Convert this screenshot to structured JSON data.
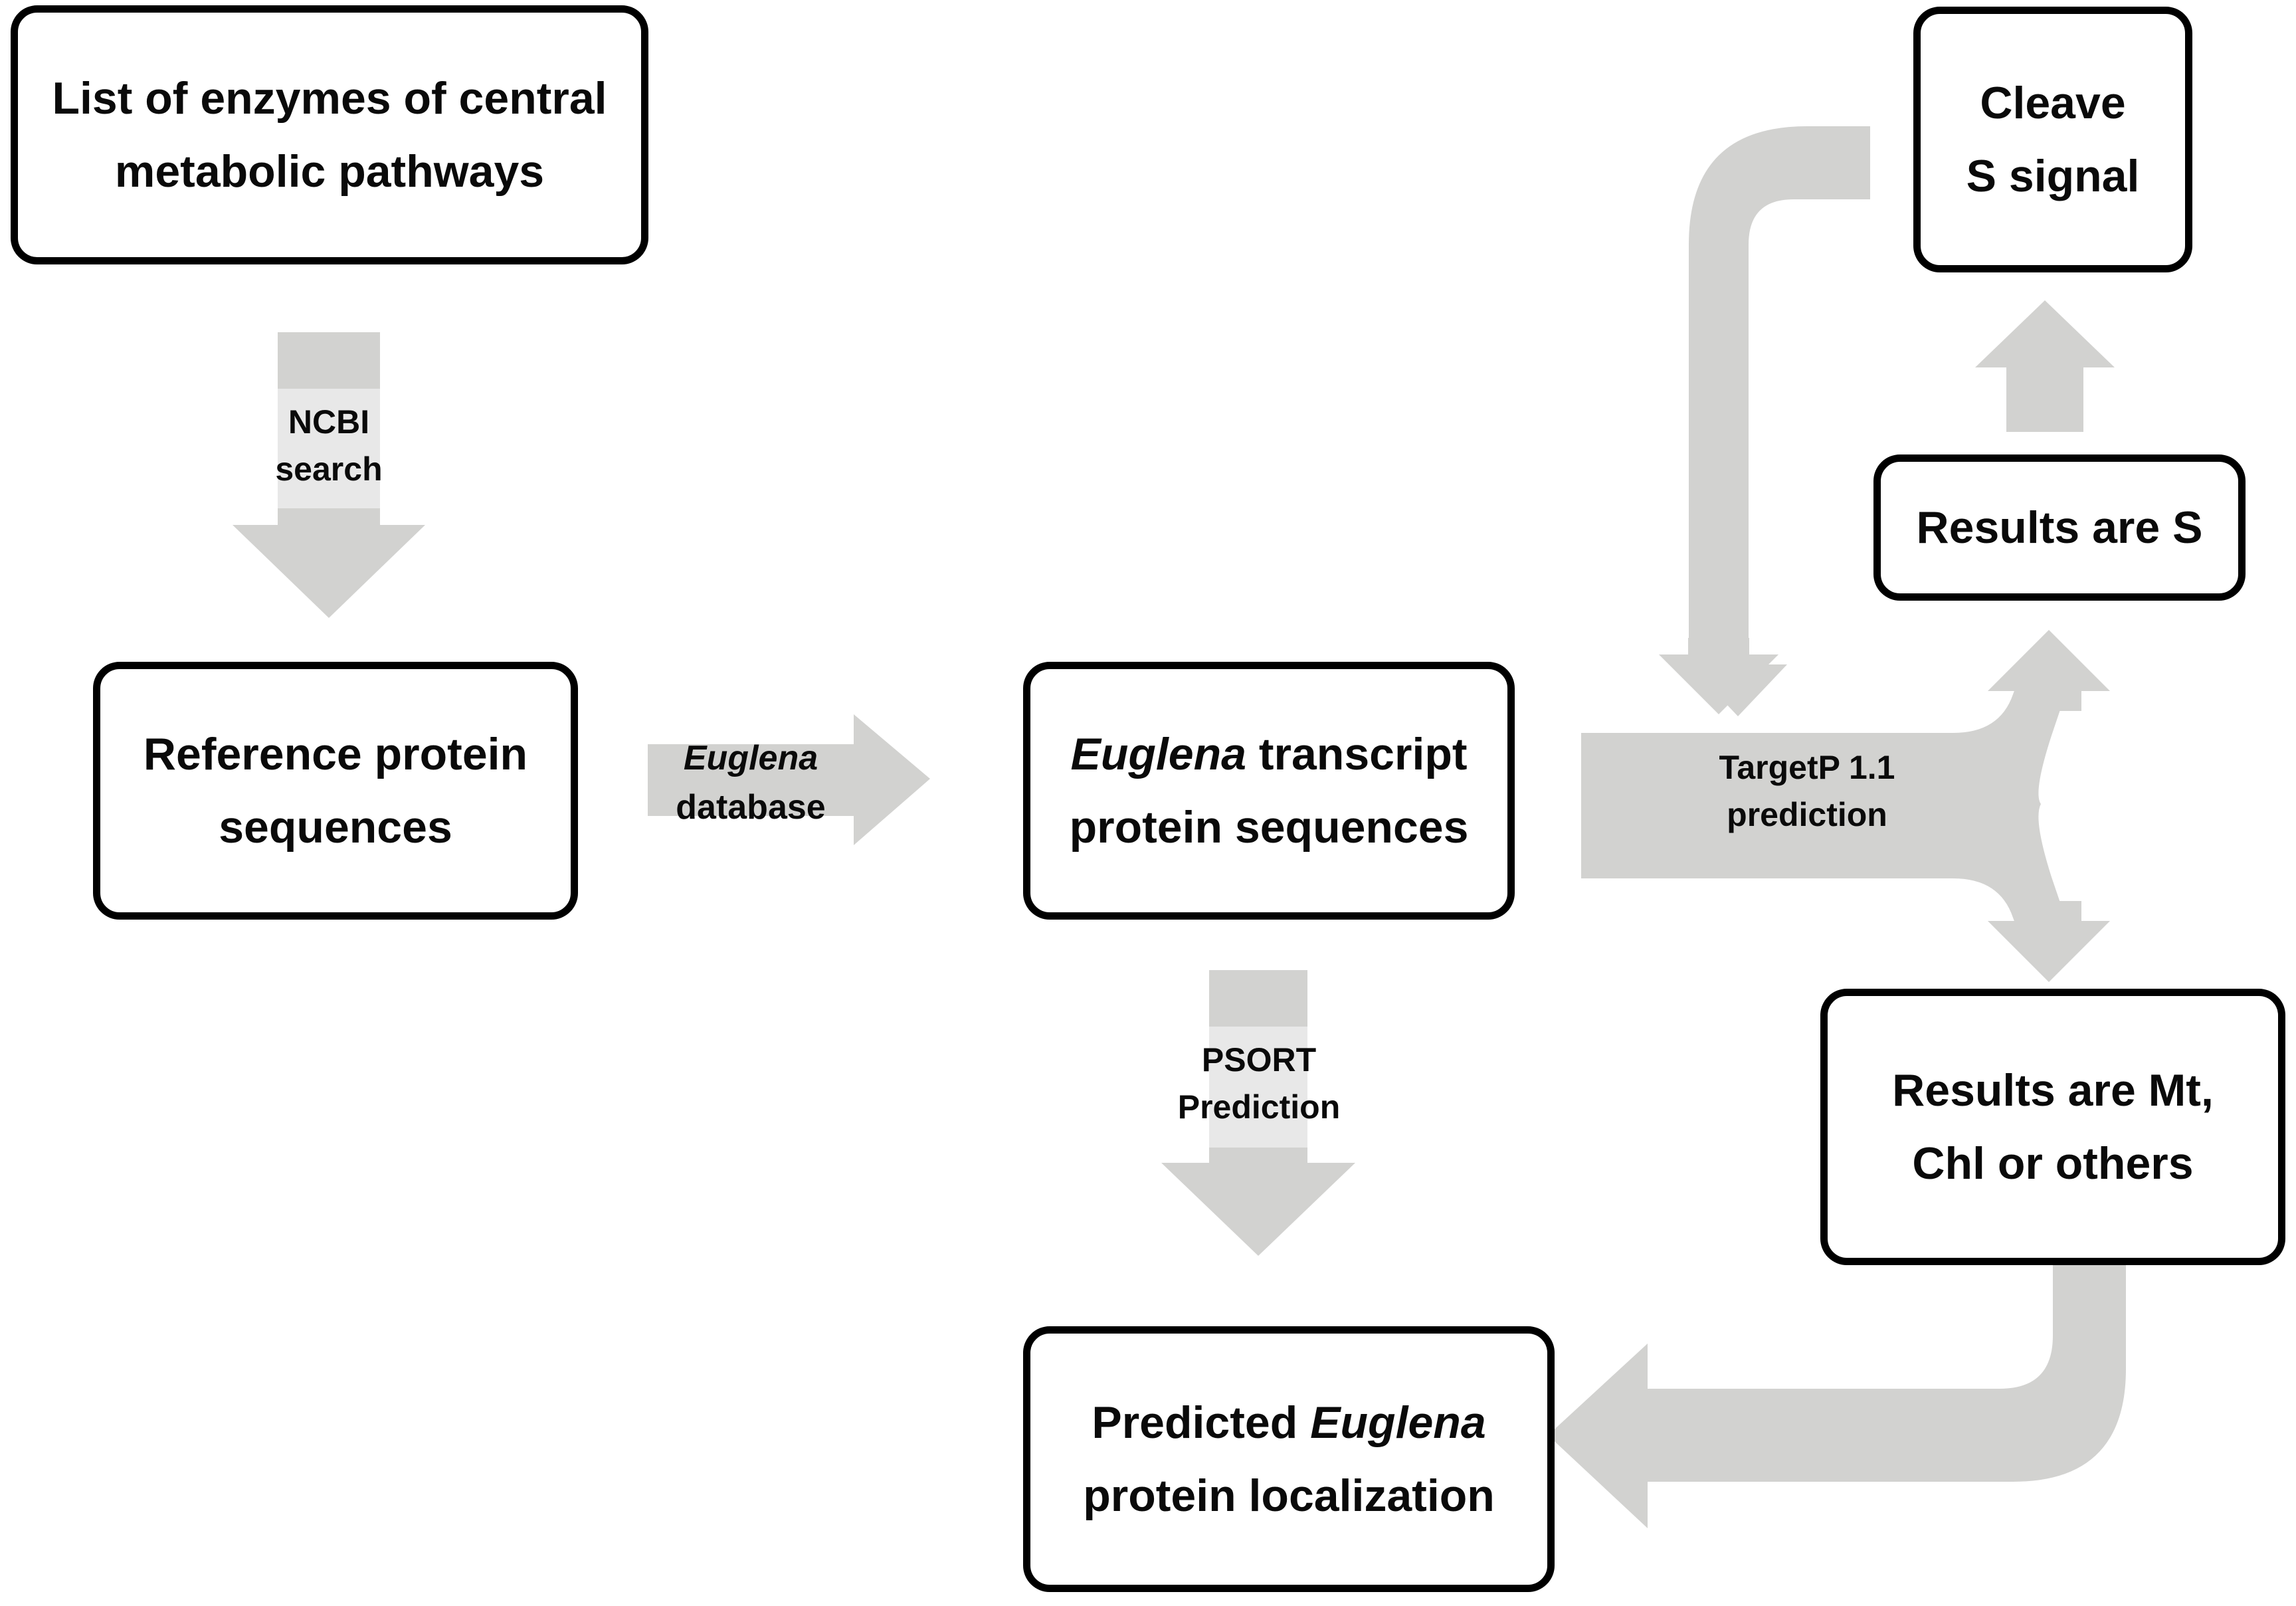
{
  "diagram": {
    "title": "Euglena protein localization prediction workflow",
    "colors": {
      "arrow_fill": "#d2d2d0",
      "arrow_band": "#e8e8e8",
      "box_border": "#000000",
      "box_fill": "#ffffff",
      "text": "#0a0a0a"
    },
    "nodes": [
      {
        "id": "enzyme-list",
        "lines": [
          "List of enzymes of central",
          "metabolic pathways"
        ]
      },
      {
        "id": "reference-protein",
        "lines": [
          "Reference protein",
          "sequences"
        ]
      },
      {
        "id": "euglena-transcript",
        "lines": [
          "Euglena transcript",
          "protein sequences"
        ],
        "italic_word": "Euglena"
      },
      {
        "id": "cleave-s-signal",
        "lines": [
          "Cleave",
          "S signal"
        ]
      },
      {
        "id": "results-are-s",
        "lines": [
          "Results are S"
        ]
      },
      {
        "id": "results-are-mt",
        "lines": [
          "Results are Mt,",
          "Chl or others"
        ]
      },
      {
        "id": "predicted-localization",
        "lines": [
          "Predicted Euglena",
          "protein localization"
        ],
        "italic_word": "Euglena"
      }
    ],
    "arrows": [
      {
        "id": "ncbi-search",
        "direction": "down",
        "lines": [
          "NCBI",
          "search"
        ]
      },
      {
        "id": "euglena-database",
        "direction": "right",
        "lines": [
          "Euglena",
          "database"
        ],
        "italic_word": "Euglena"
      },
      {
        "id": "psort-prediction",
        "direction": "down",
        "lines": [
          "PSORT",
          "Prediction"
        ]
      },
      {
        "id": "targetp-prediction",
        "direction": "split-right",
        "lines": [
          "TargetP 1.1",
          "prediction"
        ]
      },
      {
        "id": "results-s-to-cleave",
        "direction": "up",
        "lines": []
      },
      {
        "id": "cleave-feedback-loop",
        "direction": "elbow-down-left",
        "lines": []
      },
      {
        "id": "mt-chl-to-predicted",
        "direction": "elbow-left",
        "lines": []
      }
    ]
  }
}
